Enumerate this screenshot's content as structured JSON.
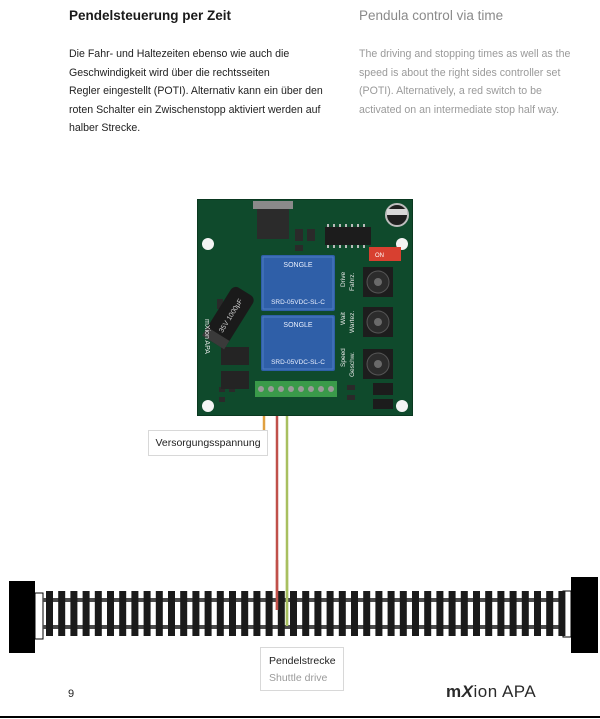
{
  "german": {
    "heading": "Pendelsteuerung per Zeit",
    "lines": [
      "Die Fahr- und Haltezeiten ebenso wie auch die",
      "Geschwindigkeit wird über die rechtsseiten",
      "Regler eingestellt (POTI). Alternativ kann ein über den",
      "roten Schalter ein Zwischenstopp aktiviert werden auf",
      "halber Strecke."
    ]
  },
  "english": {
    "heading": "Pendula control via time",
    "lines": [
      "The driving and stopping times as well as the",
      "speed is about the right sides controller set",
      "(POTI). Alternatively, a red switch to be",
      "activated on an intermediate stop half way."
    ]
  },
  "figure": {
    "supply_label": "Versorgungsspannung",
    "track_label_de": "Pendelstrecke",
    "track_label_en": "Shuttle drive",
    "board": {
      "relay_text": [
        "SRD-05VDC-SL-C",
        "SRD-05VDC-SL-C"
      ],
      "relay_brand": "SONGLE",
      "capacitor_text": "35V 1000μF",
      "silk_left": "mXion APA",
      "silk_labels": [
        "Speed",
        "Wait",
        "Drive",
        "Fahrz.",
        "Wartez.",
        "Geschw."
      ],
      "switch_text": "ON"
    },
    "colors": {
      "pcb": "#0f4a2c",
      "relay": "#2f5fa8",
      "wire_orange": "#e0a040",
      "wire_red": "#c0504a",
      "wire_green": "#a8c060"
    }
  },
  "footer": {
    "page_number": "9",
    "logo_m": "m",
    "logo_x": "X",
    "logo_rest": "ion",
    "logo_apa": "APA"
  }
}
